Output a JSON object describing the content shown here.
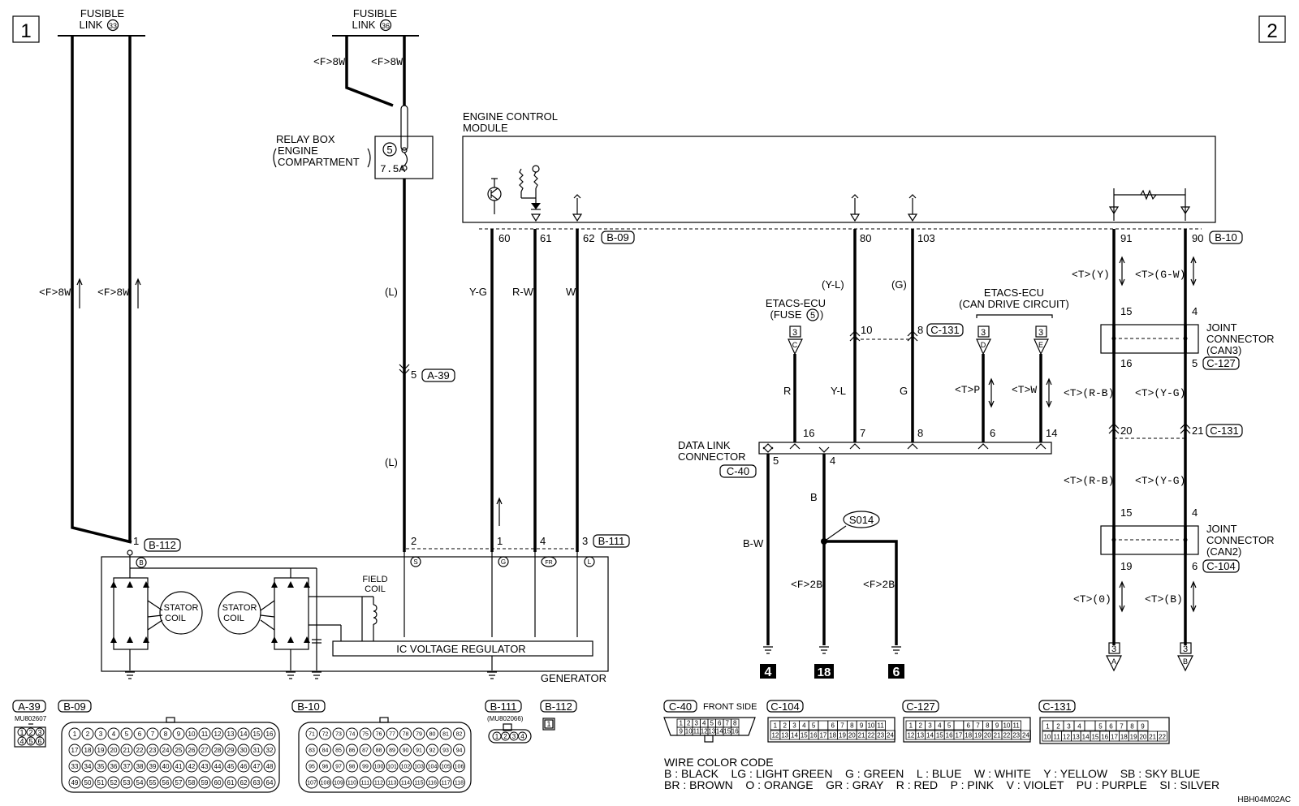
{
  "page_numbers": {
    "left": "1",
    "right": "2"
  },
  "fusible_links": {
    "l33": {
      "title": "FUSIBLE",
      "label": "LINK",
      "num": "33"
    },
    "l36": {
      "title": "FUSIBLE",
      "label": "LINK",
      "num": "36"
    }
  },
  "relay_box": {
    "line1": "RELAY BOX",
    "line2": "ENGINE",
    "line3": "COMPARTMENT",
    "fuse_no": "5",
    "fuse_rating": "7.5A"
  },
  "ecm": {
    "line1": "ENGINE CONTROL",
    "line2": "MODULE"
  },
  "wire_labels": {
    "f8w": "<F>8W",
    "l": "(L)",
    "yg": "Y-G",
    "rw": "R-W",
    "w": "W",
    "yl_paren": "(Y-L)",
    "g_paren": "(G)",
    "r": "R",
    "yl": "Y-L",
    "g": "G",
    "tp": "<T>P",
    "tw": "<T>W",
    "ty": "<T>(Y)",
    "tgw": "<T>(G-W)",
    "trb": "<T>(R-B)",
    "tyg": "<T>(Y-G)",
    "bw": "B-W",
    "b": "B",
    "f2b": "<F>2B",
    "t0": "<T>(0)",
    "tb": "<T>(B)"
  },
  "pins": {
    "p60": "60",
    "p61": "61",
    "p62": "62",
    "p80": "80",
    "p103": "103",
    "p91": "91",
    "p90": "90",
    "p5": "5",
    "p10": "10",
    "p8": "8",
    "p16": "16",
    "p7": "7",
    "p6": "6",
    "p14": "14",
    "p4": "4",
    "p15": "15",
    "p20": "20",
    "p21": "21",
    "p19": "19",
    "p1": "1",
    "p2": "2",
    "p3": "3"
  },
  "connectors": {
    "b09": "B-09",
    "b10": "B-10",
    "a39": "A-39",
    "c131": "C-131",
    "c127": "C-127",
    "c40": "C-40",
    "c104": "C-104",
    "b111": "B-111",
    "b112": "B-112"
  },
  "etacs1": {
    "line1": "ETACS-ECU",
    "line2": "(FUSE",
    "fuse": "5",
    "close": ")"
  },
  "etacs2": {
    "line1": "ETACS-ECU",
    "line2": "(CAN DRIVE CIRCUIT)"
  },
  "joint_can3": {
    "line1": "JOINT",
    "line2": "CONNECTOR",
    "line3": "(CAN3)"
  },
  "joint_can2": {
    "line1": "JOINT",
    "line2": "CONNECTOR",
    "line3": "(CAN2)"
  },
  "dlc": {
    "line1": "DATA LINK",
    "line2": "CONNECTOR"
  },
  "splice": "S014",
  "grounds": {
    "g4": "4",
    "g18": "18",
    "g6": "6"
  },
  "nav_markers": {
    "c": "C",
    "d": "D",
    "e": "E",
    "a": "A",
    "b": "B",
    "page": "3"
  },
  "generator": {
    "title": "GENERATOR",
    "regulator": "IC VOLTAGE REGULATOR",
    "stator1": "STATOR",
    "stator1b": "COIL",
    "stator2": "STATOR",
    "stator2b": "COIL",
    "field1": "FIELD",
    "field2": "COIL",
    "term_b": "B",
    "term_s": "S",
    "term_g": "G",
    "term_fr": "FR",
    "term_l": "L"
  },
  "connector_views": {
    "a39_part": "MU802607",
    "b111_part": "(MU802066)",
    "c40_side": "FRONT SIDE",
    "a39_pins": [
      "1",
      "2",
      "3",
      "4",
      "5",
      "6"
    ],
    "b09_row1": [
      "1",
      "2",
      "3",
      "4",
      "5",
      "6",
      "7",
      "8",
      "9",
      "10",
      "11",
      "12",
      "13",
      "14",
      "15",
      "16"
    ],
    "b09_row2": [
      "17",
      "18",
      "19",
      "20",
      "21",
      "22",
      "23",
      "24",
      "25",
      "26",
      "27",
      "28",
      "29",
      "30",
      "31",
      "32"
    ],
    "b09_row3": [
      "33",
      "34",
      "35",
      "36",
      "37",
      "38",
      "39",
      "40",
      "41",
      "42",
      "43",
      "44",
      "45",
      "46",
      "47",
      "48"
    ],
    "b09_row4": [
      "49",
      "50",
      "51",
      "52",
      "53",
      "54",
      "55",
      "56",
      "57",
      "58",
      "59",
      "60",
      "61",
      "62",
      "63",
      "64"
    ],
    "b10_row1": [
      "71",
      "72",
      "73",
      "74",
      "75",
      "76",
      "77",
      "78",
      "79",
      "80",
      "81",
      "82"
    ],
    "b10_row2": [
      "83",
      "84",
      "85",
      "86",
      "87",
      "88",
      "89",
      "90",
      "91",
      "92",
      "93",
      "94"
    ],
    "b10_row3": [
      "95",
      "96",
      "97",
      "98",
      "99",
      "100",
      "101",
      "102",
      "103",
      "104",
      "105",
      "106"
    ],
    "b10_row4": [
      "107",
      "108",
      "109",
      "110",
      "111",
      "112",
      "113",
      "114",
      "115",
      "116",
      "117",
      "118"
    ],
    "b111_pins": [
      "1",
      "2",
      "3",
      "4"
    ],
    "b112_pin": "1",
    "c40_row1": [
      "1",
      "2",
      "3",
      "4",
      "5",
      "6",
      "7",
      "8"
    ],
    "c40_row2": [
      "9",
      "10",
      "11",
      "12",
      "13",
      "14",
      "15",
      "16"
    ],
    "c104_row1": [
      "1",
      "2",
      "3",
      "4",
      "5",
      "",
      "6",
      "7",
      "8",
      "9",
      "10",
      "11"
    ],
    "c104_row2": [
      "12",
      "13",
      "14",
      "15",
      "16",
      "17",
      "18",
      "19",
      "20",
      "21",
      "22",
      "23",
      "24"
    ],
    "c127_row1": [
      "1",
      "2",
      "3",
      "4",
      "5",
      "",
      "6",
      "7",
      "8",
      "9",
      "10",
      "11"
    ],
    "c127_row2": [
      "12",
      "13",
      "14",
      "15",
      "16",
      "17",
      "18",
      "19",
      "20",
      "21",
      "22",
      "23",
      "24"
    ],
    "c131_row1": [
      "1",
      "2",
      "3",
      "4",
      "",
      "5",
      "6",
      "7",
      "8",
      "9"
    ],
    "c131_row2": [
      "10",
      "11",
      "12",
      "13",
      "14",
      "15",
      "16",
      "17",
      "18",
      "19",
      "20",
      "21",
      "22"
    ]
  },
  "color_code": {
    "title": "WIRE COLOR CODE",
    "line1": "B : BLACK    LG : LIGHT GREEN    G : GREEN    L : BLUE    W : WHITE    Y : YELLOW    SB : SKY BLUE",
    "line2": "BR : BROWN    O : ORANGE    GR : GRAY    R : RED    P : PINK    V : VIOLET    PU : PURPLE    SI : SILVER"
  },
  "diagram_id": "HBH04M02AC"
}
